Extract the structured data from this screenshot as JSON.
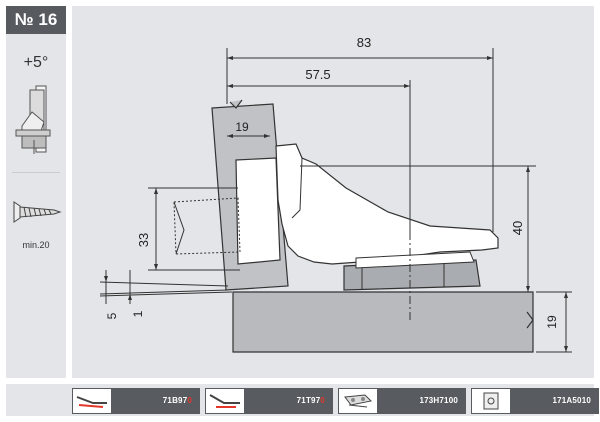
{
  "sidebar": {
    "number": "№ 16",
    "angle": "+5°",
    "screw_label": "min.20"
  },
  "dimensions": {
    "d83": "83",
    "d57": "57.5",
    "d19_top": "19",
    "d40": "40",
    "d33": "33",
    "d5": "5",
    "d1": "1",
    "d19_right": "19"
  },
  "products": [
    {
      "code": "71B97",
      "suffix": "0",
      "icon": "hinge-clip-icon"
    },
    {
      "code": "71T97",
      "suffix": "0",
      "icon": "hinge-tool-icon"
    },
    {
      "code": "173H7100",
      "suffix": "",
      "icon": "mounting-plate-icon"
    },
    {
      "code": "171A5010",
      "suffix": "",
      "icon": "cover-cap-icon"
    }
  ],
  "colors": {
    "panel": "#e3e5e8",
    "badge": "#575b60",
    "accent_suffix": "#e2382b",
    "part_fill": "#b8babe",
    "hinge_fill": "#ffffff"
  }
}
